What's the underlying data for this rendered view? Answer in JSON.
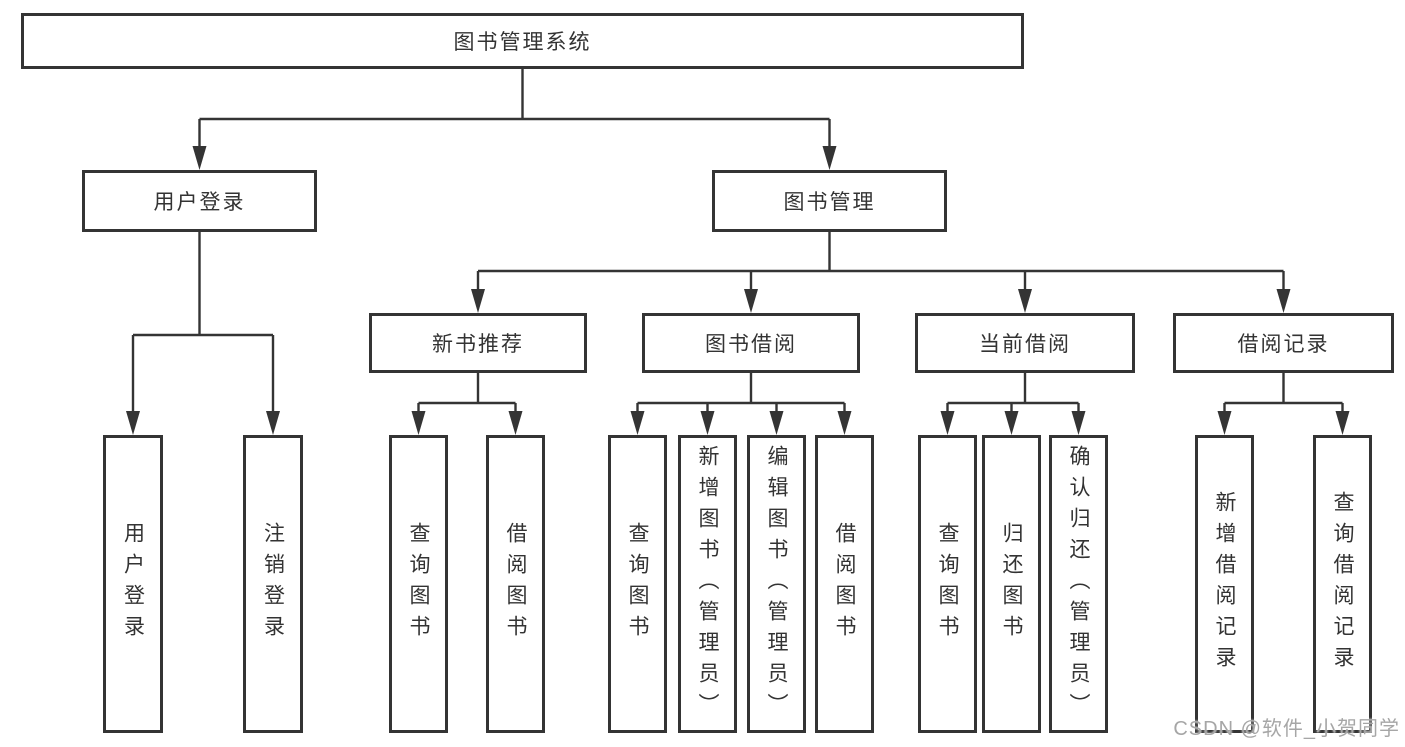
{
  "watermark": "CSDN @软件_小贺同学",
  "colors": {
    "line": "#343434",
    "box_border": "#343434",
    "text": "#333333",
    "watermark_text": "#a6a6a6",
    "background": "#ffffff"
  },
  "tree": {
    "root": {
      "label": "图书管理系统"
    },
    "branches": [
      {
        "label": "用户登录",
        "children": [
          {
            "label": "用户登录"
          },
          {
            "label": "注销登录"
          }
        ]
      },
      {
        "label": "图书管理",
        "children": [
          {
            "label": "新书推荐",
            "children": [
              {
                "label": "查询图书"
              },
              {
                "label": "借阅图书"
              }
            ]
          },
          {
            "label": "图书借阅",
            "children": [
              {
                "label": "查询图书"
              },
              {
                "label": "新增图书（管理员）"
              },
              {
                "label": "编辑图书（管理员）"
              },
              {
                "label": "借阅图书"
              }
            ]
          },
          {
            "label": "当前借阅",
            "children": [
              {
                "label": "查询图书"
              },
              {
                "label": "归还图书"
              },
              {
                "label": "确认归还（管理员）"
              }
            ]
          },
          {
            "label": "借阅记录",
            "children": [
              {
                "label": "新增借阅记录"
              },
              {
                "label": "查询借阅记录"
              }
            ]
          }
        ]
      }
    ]
  }
}
